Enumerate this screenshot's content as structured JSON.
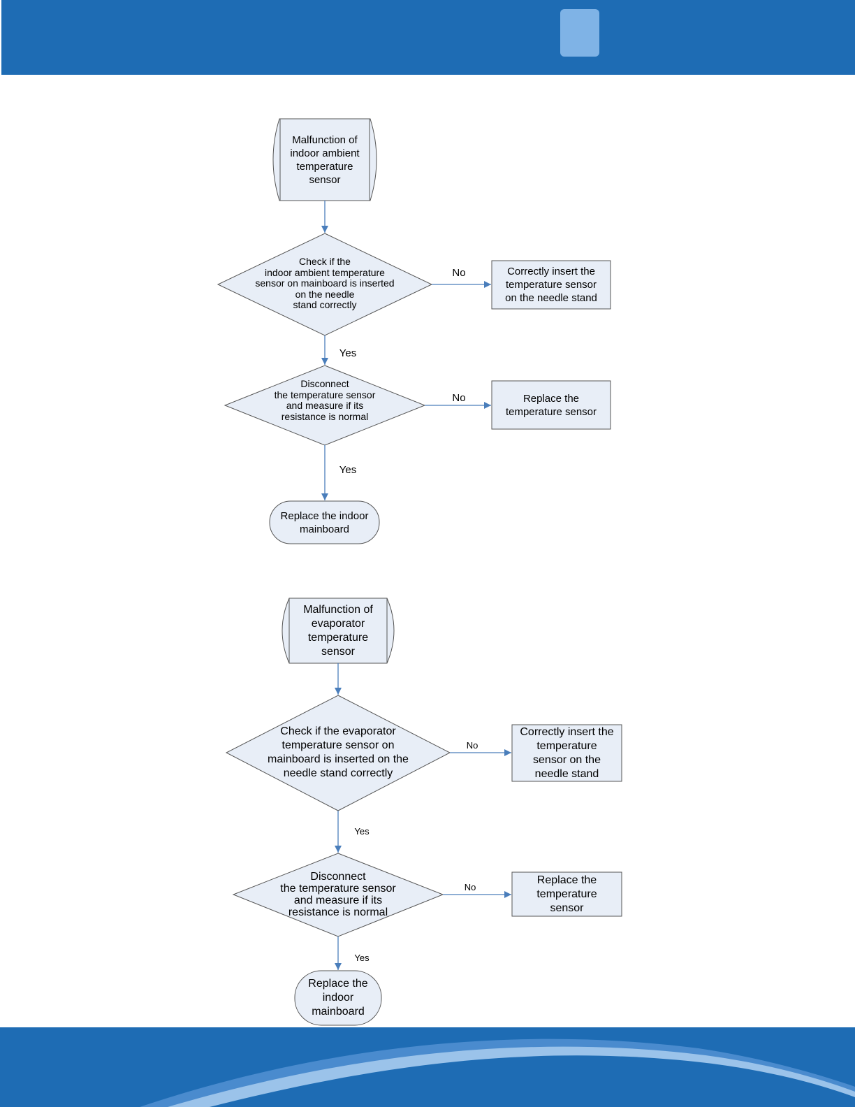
{
  "flowchart_1": {
    "start": [
      "Malfunction of",
      "indoor ambient",
      "temperature",
      "sensor"
    ],
    "decision_1": [
      "Check if the",
      "indoor ambient temperature",
      "sensor on mainboard is inserted",
      "on the needle",
      "stand correctly"
    ],
    "action_1": [
      "Correctly insert the",
      "temperature sensor",
      "on the needle stand"
    ],
    "decision_2": [
      "Disconnect",
      "the temperature sensor",
      "and measure if its",
      "resistance is normal"
    ],
    "action_2": [
      "Replace the",
      "temperature sensor"
    ],
    "end": [
      "Replace the indoor",
      "mainboard"
    ],
    "no_label": "No",
    "yes_label": "Yes"
  },
  "flowchart_2": {
    "start": [
      "Malfunction of",
      "evaporator",
      "temperature",
      "sensor"
    ],
    "decision_1": [
      "Check if the evaporator",
      "temperature sensor on",
      "mainboard is inserted on the",
      "needle stand correctly"
    ],
    "action_1": [
      "Correctly insert the",
      "temperature",
      "sensor on the",
      "needle stand"
    ],
    "decision_2": [
      "Disconnect",
      "the temperature sensor",
      "and measure if its",
      "resistance is normal"
    ],
    "action_2": [
      "Replace the",
      "temperature",
      "sensor"
    ],
    "end": [
      "Replace the",
      "indoor",
      "mainboard"
    ],
    "no_label": "No",
    "yes_label": "Yes"
  },
  "colors": {
    "header": "#1e6cb4",
    "header_tab": "#7fb3e6",
    "shape_fill": "#e8eef7",
    "arrow": "#4a7ebb"
  }
}
